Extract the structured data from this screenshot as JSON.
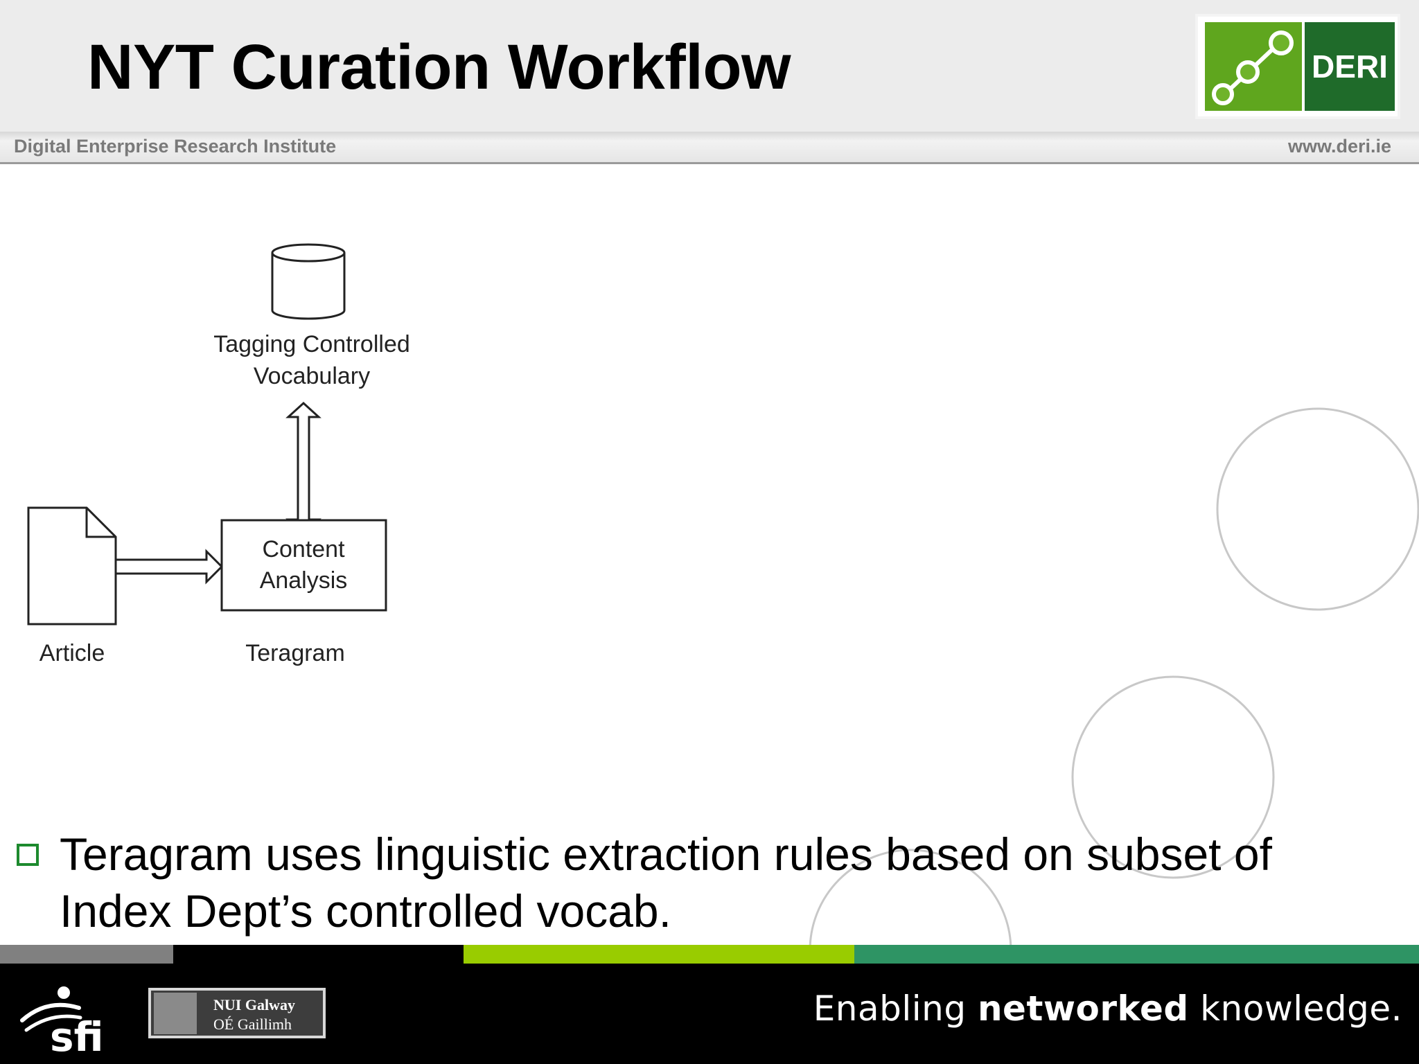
{
  "slide": {
    "title": "NYT Curation Workflow",
    "subtitle_left": "Digital Enterprise Research Institute",
    "subtitle_right": "www.deri.ie",
    "logo_text": "DERI"
  },
  "diagram": {
    "vocab_label_line1": "Tagging Controlled",
    "vocab_label_line2": "Vocabulary",
    "process_label_line1": "Content",
    "process_label_line2": "Analysis",
    "article_label": "Article",
    "teragram_label": "Teragram"
  },
  "bullets": [
    {
      "line1": "Teragram uses linguistic extraction rules based on subset of",
      "line2": "Index Dept’s controlled vocab."
    }
  ],
  "footer": {
    "nui_line1": "NUI Galway",
    "nui_line2": "OÉ Gaillimh",
    "tagline_pre": "Enabling ",
    "tagline_bold": "networked",
    "tagline_post": " knowledge."
  },
  "colors": {
    "strip_gray": "#808080",
    "strip_black": "#000000",
    "strip_lime": "#99cc00",
    "strip_teal": "#2e9464",
    "bullet_green": "#1d8a2e"
  }
}
